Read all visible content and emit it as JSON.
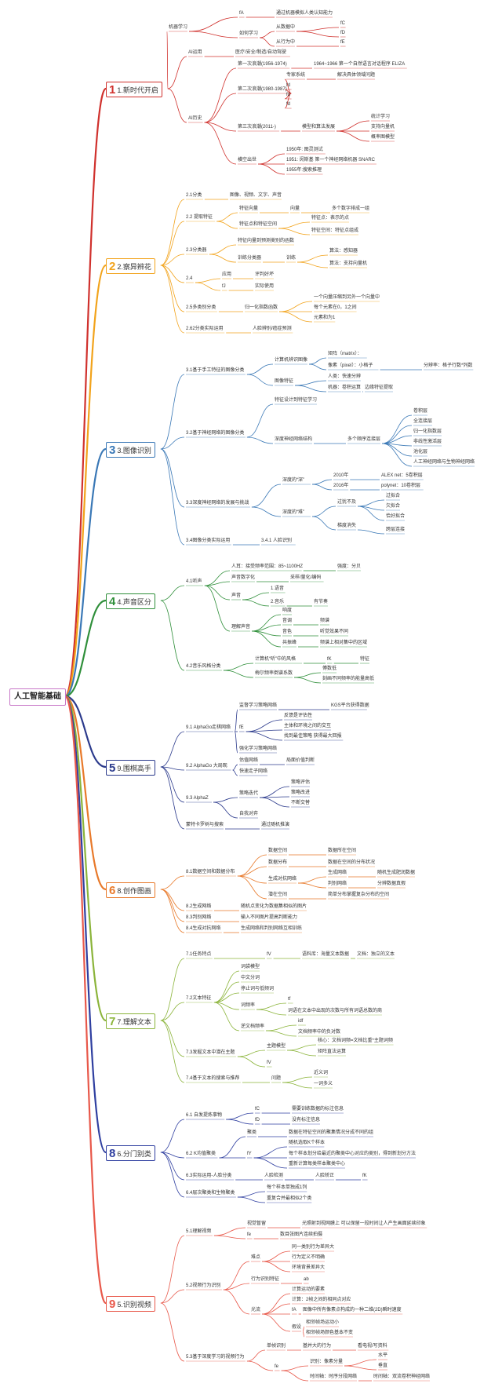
{
  "root": "人工智能基础",
  "colors": {
    "s1": "#d0312d",
    "s2": "#f2a31b",
    "s3": "#3a78b6",
    "s4": "#2f8f3a",
    "s5": "#2b3a8c",
    "s6": "#e8792a",
    "s7": "#8bb43a",
    "s8": "#2f3fa0",
    "s9": "#e8584a"
  },
  "sections": [
    {
      "id": "s1",
      "num": "1",
      "label": "1.新时代开启"
    },
    {
      "id": "s2",
      "num": "2",
      "label": "2.察异辨花"
    },
    {
      "id": "s3",
      "num": "3",
      "label": "3.图像识别"
    },
    {
      "id": "s4",
      "num": "4",
      "label": "4.声音区分"
    },
    {
      "id": "s5",
      "num": "5",
      "label": "9.围棋高手"
    },
    {
      "id": "s6",
      "num": "6",
      "label": "8.创作图画"
    },
    {
      "id": "s7",
      "num": "7",
      "label": "7.理解文本"
    },
    {
      "id": "s8",
      "num": "8",
      "label": "6.分门别类"
    },
    {
      "id": "s9",
      "num": "9",
      "label": "5.识别视频"
    }
  ],
  "nodes": [
    {
      "id": "a1",
      "parent": "s1",
      "text": "机器学习"
    },
    {
      "id": "a1a",
      "parent": "a1",
      "text": "fA"
    },
    {
      "id": "a1a1",
      "parent": "a1a",
      "text": "通过机器模拟人类认知能力"
    },
    {
      "id": "a1b",
      "parent": "a1",
      "text": "如何学习"
    },
    {
      "id": "a1b1",
      "parent": "a1b",
      "text": "从数据中"
    },
    {
      "id": "a1b1a",
      "parent": "a1b1",
      "text": "fC"
    },
    {
      "id": "a1b1b",
      "parent": "a1b1",
      "text": "fD"
    },
    {
      "id": "a1b2",
      "parent": "a1b",
      "text": "从行为中"
    },
    {
      "id": "a1b2a",
      "parent": "a1b2",
      "text": "fE"
    },
    {
      "id": "a2",
      "parent": "s1",
      "text": "AI运用"
    },
    {
      "id": "a2a",
      "parent": "a2",
      "text": "医疗/安全/制造/自动驾驶"
    },
    {
      "id": "a3",
      "parent": "s1",
      "text": "AI历史"
    },
    {
      "id": "a3a",
      "parent": "a3",
      "text": "第一次浪潮(1956-1974)"
    },
    {
      "id": "a3a1",
      "parent": "a3a",
      "text": "1964~1966 第一个自然语言对话程序 ELIZA"
    },
    {
      "id": "a3b",
      "parent": "a3",
      "text": "第二次浪潮(1980-1987)"
    },
    {
      "id": "a3b1",
      "parent": "a3b",
      "text": "专家系统"
    },
    {
      "id": "a3b1a",
      "parent": "a3b1",
      "text": "解决具体领域问题"
    },
    {
      "id": "a3b2",
      "parent": "a3b",
      "text": "fd"
    },
    {
      "id": "a3b3",
      "parent": "a3b",
      "text": "fd"
    },
    {
      "id": "a3b4",
      "parent": "a3b",
      "text": "fd"
    },
    {
      "id": "a3c",
      "parent": "a3",
      "text": "第三次浪潮(2011-)"
    },
    {
      "id": "a3c1",
      "parent": "a3c",
      "text": "模型和算法发展"
    },
    {
      "id": "a3c1a",
      "parent": "a3c1",
      "text": "统计学习"
    },
    {
      "id": "a3c1b",
      "parent": "a3c1",
      "text": "支持向量机"
    },
    {
      "id": "a3c1c",
      "parent": "a3c1",
      "text": "概率图模型"
    },
    {
      "id": "a3d",
      "parent": "a3",
      "text": "横空出世"
    },
    {
      "id": "a3d1",
      "parent": "a3d",
      "text": "1950年: 图灵测试"
    },
    {
      "id": "a3d2",
      "parent": "a3d",
      "text": "1951: 闵斯基 第一个神经网络机器 SNARC"
    },
    {
      "id": "a3d3",
      "parent": "a3d",
      "text": "1955年:搜索推理"
    },
    {
      "id": "b1",
      "parent": "s2",
      "text": "2.1分类"
    },
    {
      "id": "b1a",
      "parent": "b1",
      "text": "图像、视频、文字、声音"
    },
    {
      "id": "b2",
      "parent": "s2",
      "text": "2.2 提取特征"
    },
    {
      "id": "b2a",
      "parent": "b2",
      "text": "特征向量"
    },
    {
      "id": "b2a1",
      "parent": "b2a",
      "text": "向量"
    },
    {
      "id": "b2a1a",
      "parent": "b2a1",
      "text": "多个数字排成一组"
    },
    {
      "id": "b2b",
      "parent": "b2",
      "text": "特征点和特征空间"
    },
    {
      "id": "b2b1",
      "parent": "b2b",
      "text": "特征点：表示的点"
    },
    {
      "id": "b2b2",
      "parent": "b2b",
      "text": "特征空间：特征点组成"
    },
    {
      "id": "b3",
      "parent": "s2",
      "text": "2.3分类器"
    },
    {
      "id": "b3a",
      "parent": "b3",
      "text": "特征向量到预测类别的函数"
    },
    {
      "id": "b3b",
      "parent": "b3",
      "text": "训练分类器"
    },
    {
      "id": "b3b1",
      "parent": "b3b",
      "text": "训练"
    },
    {
      "id": "b3b1a",
      "parent": "b3b1",
      "text": "算法：感知器"
    },
    {
      "id": "b3b1b",
      "parent": "b3b1",
      "text": "算法：支持向量机"
    },
    {
      "id": "b4",
      "parent": "s2",
      "text": "2.4"
    },
    {
      "id": "b4a",
      "parent": "b4",
      "text": "应用"
    },
    {
      "id": "b4a1",
      "parent": "b4a",
      "text": "评判好坏"
    },
    {
      "id": "b4b",
      "parent": "b4",
      "text": "fJ"
    },
    {
      "id": "b4b1",
      "parent": "b4b",
      "text": "实际使用"
    },
    {
      "id": "b5",
      "parent": "s2",
      "text": "2.5多类别分类"
    },
    {
      "id": "b5a",
      "parent": "b5",
      "text": "归一化指数函数"
    },
    {
      "id": "b5a1",
      "parent": "b5a",
      "text": "一个向量压缩到另外一个向量中"
    },
    {
      "id": "b5a2",
      "parent": "b5a",
      "text": "每个元素在0，1之间"
    },
    {
      "id": "b5a3",
      "parent": "b5a",
      "text": "元素和为1"
    },
    {
      "id": "b6",
      "parent": "s2",
      "text": "2.62分类实际运用"
    },
    {
      "id": "b6a",
      "parent": "b6",
      "text": "人脸辨别/癌症预测"
    },
    {
      "id": "c1",
      "parent": "s3",
      "text": "3.1基于手工特征的图像分类"
    },
    {
      "id": "c1a",
      "parent": "c1",
      "text": "计算机辨识图像"
    },
    {
      "id": "c1a1",
      "parent": "c1a",
      "text": "矩阵（matrix）："
    },
    {
      "id": "c1a2",
      "parent": "c1a",
      "text": "像素（pixel）：小格子"
    },
    {
      "id": "c1a2a",
      "parent": "c1a2",
      "text": "分辨率：格子行数*列数"
    },
    {
      "id": "c1b",
      "parent": "c1",
      "text": "图像特征"
    },
    {
      "id": "c1b1",
      "parent": "c1b",
      "text": "人类：快速分辨"
    },
    {
      "id": "c1b2",
      "parent": "c1b",
      "text": "机器：卷积运算"
    },
    {
      "id": "c1b2a",
      "parent": "c1b2",
      "text": "边缘特征提取"
    },
    {
      "id": "c2",
      "parent": "s3",
      "text": "3.2基于神经网络的图像分类"
    },
    {
      "id": "c2a",
      "parent": "c2",
      "text": "特征设计到特征学习"
    },
    {
      "id": "c2b",
      "parent": "c2",
      "text": "深度神经网络结构"
    },
    {
      "id": "c2b1",
      "parent": "c2b",
      "text": "多个顺序连接层"
    },
    {
      "id": "c2b1a",
      "parent": "c2b1",
      "text": "卷积层"
    },
    {
      "id": "c2b1b",
      "parent": "c2b1",
      "text": "全连接层"
    },
    {
      "id": "c2b1c",
      "parent": "c2b1",
      "text": "归一化指数层"
    },
    {
      "id": "c2b1d",
      "parent": "c2b1",
      "text": "非线性激活层"
    },
    {
      "id": "c2b1e",
      "parent": "c2b1",
      "text": "池化层"
    },
    {
      "id": "c2b1f",
      "parent": "c2b1",
      "text": "人工神经网络与生物神经网络"
    },
    {
      "id": "c3",
      "parent": "s3",
      "text": "3.3深度神经网络的发展与挑战"
    },
    {
      "id": "c3a",
      "parent": "c3",
      "text": "深度的“深”"
    },
    {
      "id": "c3a1",
      "parent": "c3a",
      "text": "2010年"
    },
    {
      "id": "c3a1a",
      "parent": "c3a1",
      "text": "ALEX net：5卷积层"
    },
    {
      "id": "c3a2",
      "parent": "c3a",
      "text": "2016年"
    },
    {
      "id": "c3a2a",
      "parent": "c3a2",
      "text": "polynet：10卷积层"
    },
    {
      "id": "c3b",
      "parent": "c3",
      "text": "深度的“难”"
    },
    {
      "id": "c3b1",
      "parent": "c3b",
      "text": "过犹不及"
    },
    {
      "id": "c3b1a",
      "parent": "c3b1",
      "text": "过拟合"
    },
    {
      "id": "c3b1b",
      "parent": "c3b1",
      "text": "欠拟合"
    },
    {
      "id": "c3b1c",
      "parent": "c3b1",
      "text": "恰好拟合"
    },
    {
      "id": "c3b2",
      "parent": "c3b",
      "text": "梯度消失"
    },
    {
      "id": "c3b2a",
      "parent": "c3b2",
      "text": "跨层连接"
    },
    {
      "id": "c4",
      "parent": "s3",
      "text": "3.4图像分类实际运用"
    },
    {
      "id": "c4a",
      "parent": "c4",
      "text": "3.4.1 人脸识别"
    },
    {
      "id": "d1",
      "parent": "s4",
      "text": "4.1听声"
    },
    {
      "id": "d1a",
      "parent": "d1",
      "text": "人耳：接受频率范围：85~1100HZ"
    },
    {
      "id": "d1a1",
      "parent": "d1a",
      "text": "强度：分贝"
    },
    {
      "id": "d1b",
      "parent": "d1",
      "text": "声音数字化"
    },
    {
      "id": "d1b1",
      "parent": "d1b",
      "text": "采样/量化/编码"
    },
    {
      "id": "d1c",
      "parent": "d1",
      "text": "声音"
    },
    {
      "id": "d1c1",
      "parent": "d1c",
      "text": "1.语音"
    },
    {
      "id": "d1c2",
      "parent": "d1c",
      "text": "2.音乐"
    },
    {
      "id": "d1c2a",
      "parent": "d1c2",
      "text": "有节奏"
    },
    {
      "id": "d1d",
      "parent": "d1",
      "text": "理解声音"
    },
    {
      "id": "d1d1",
      "parent": "d1d",
      "text": "响度"
    },
    {
      "id": "d1d2",
      "parent": "d1d",
      "text": "音调"
    },
    {
      "id": "d1d2a",
      "parent": "d1d2",
      "text": "频谱"
    },
    {
      "id": "d1d3",
      "parent": "d1d",
      "text": "音色"
    },
    {
      "id": "d1d3a",
      "parent": "d1d3",
      "text": "听觉效果不同"
    },
    {
      "id": "d1d4",
      "parent": "d1d",
      "text": "共振峰"
    },
    {
      "id": "d1d4a",
      "parent": "d1d4",
      "text": "频谱上相对集中的区域"
    },
    {
      "id": "d2",
      "parent": "s4",
      "text": "4.2音乐风格分类"
    },
    {
      "id": "d2a",
      "parent": "d2",
      "text": "计算机“听”中的风格"
    },
    {
      "id": "d2a1",
      "parent": "d2a",
      "text": "fK"
    },
    {
      "id": "d2a1a",
      "parent": "d2a1",
      "text": "特征"
    },
    {
      "id": "d2b",
      "parent": "d2",
      "text": "梅尔频率倒谱系数"
    },
    {
      "id": "d2b1",
      "parent": "d2b",
      "text": "傅数低"
    },
    {
      "id": "d2b2",
      "parent": "d2b",
      "text": "刻画不同频率的能量高低"
    },
    {
      "id": "e1",
      "parent": "s5",
      "text": "9.1 AlphaGo走棋网络"
    },
    {
      "id": "e1a",
      "parent": "e1",
      "text": "监督学习策略网络"
    },
    {
      "id": "e1a1",
      "parent": "e1a",
      "text": "KGS平台获得数据"
    },
    {
      "id": "e1b",
      "parent": "e1",
      "text": "fE"
    },
    {
      "id": "e1b1",
      "parent": "e1b",
      "text": "反馈是评估性"
    },
    {
      "id": "e1b2",
      "parent": "e1b",
      "text": "主体和环境之间的交互"
    },
    {
      "id": "e1b3",
      "parent": "e1b",
      "text": "找到最佳策略 获得最大回报"
    },
    {
      "id": "e1c",
      "parent": "e1",
      "text": "强化学习策略网络"
    },
    {
      "id": "e2",
      "parent": "s5",
      "text": "9.2 AlphaGo 大局观"
    },
    {
      "id": "e2a",
      "parent": "e2",
      "text": "估值网络"
    },
    {
      "id": "e2a1",
      "parent": "e2a",
      "text": "局面价值判断"
    },
    {
      "id": "e2b",
      "parent": "e2",
      "text": "快速走子网络"
    },
    {
      "id": "e3",
      "parent": "s5",
      "text": "9.3 AlphaZ"
    },
    {
      "id": "e3a",
      "parent": "e3",
      "text": "策略迭代"
    },
    {
      "id": "e3a1",
      "parent": "e3a",
      "text": "策略评估"
    },
    {
      "id": "e3a2",
      "parent": "e3a",
      "text": "策略改进"
    },
    {
      "id": "e3a3",
      "parent": "e3a",
      "text": "不断交替"
    },
    {
      "id": "e3b",
      "parent": "e3",
      "text": "自我对弈"
    },
    {
      "id": "e4",
      "parent": "s5",
      "text": "蒙特卡罗树与搜索"
    },
    {
      "id": "e4a",
      "parent": "e4",
      "text": "通过随机推演"
    },
    {
      "id": "f1",
      "parent": "s6",
      "text": "8.1数据空间和数据分布"
    },
    {
      "id": "f1a",
      "parent": "f1",
      "text": "数据空间"
    },
    {
      "id": "f1a1",
      "parent": "f1a",
      "text": "数据所在空间"
    },
    {
      "id": "f1b",
      "parent": "f1",
      "text": "数据分布"
    },
    {
      "id": "f1b1",
      "parent": "f1b",
      "text": "数据在空间的分布状况"
    },
    {
      "id": "f1c",
      "parent": "f1",
      "text": "生成对抗网络"
    },
    {
      "id": "f1c1",
      "parent": "f1c",
      "text": "生成网络"
    },
    {
      "id": "f1c1a",
      "parent": "f1c1",
      "text": "随机生成肥润数据"
    },
    {
      "id": "f1c2",
      "parent": "f1c",
      "text": "判别网络"
    },
    {
      "id": "f1c2a",
      "parent": "f1c2",
      "text": "分辨数据真假"
    },
    {
      "id": "f1d",
      "parent": "f1",
      "text": "潜在空间"
    },
    {
      "id": "f1d1",
      "parent": "f1d",
      "text": "简单分布掌握复杂分布的空间"
    },
    {
      "id": "f2",
      "parent": "s6",
      "text": "8.2生成网络"
    },
    {
      "id": "f2a",
      "parent": "f2",
      "text": "随机点变化为数据集相似的图片"
    },
    {
      "id": "f3",
      "parent": "s6",
      "text": "8.3判别网络"
    },
    {
      "id": "f3a",
      "parent": "f3",
      "text": "输入不同图片提高判断能力"
    },
    {
      "id": "f4",
      "parent": "s6",
      "text": "8.4生成对抗网络"
    },
    {
      "id": "f4a",
      "parent": "f4",
      "text": "生成网络和判别网络互相训练"
    },
    {
      "id": "g1",
      "parent": "s7",
      "text": "7.1任务特点"
    },
    {
      "id": "g1a",
      "parent": "g1",
      "text": "fV"
    },
    {
      "id": "g1a1",
      "parent": "g1a",
      "text": "语料库：海量文本数据"
    },
    {
      "id": "g1a1a",
      "parent": "g1a1",
      "text": "文档：独立的文本"
    },
    {
      "id": "g2",
      "parent": "s7",
      "text": "7.2文本特征"
    },
    {
      "id": "g2a",
      "parent": "g2",
      "text": "词袋模型"
    },
    {
      "id": "g2b",
      "parent": "g2",
      "text": "中文分词"
    },
    {
      "id": "g2c",
      "parent": "g2",
      "text": "停止词与低频词"
    },
    {
      "id": "g2d",
      "parent": "g2",
      "text": "词频率"
    },
    {
      "id": "g2d1",
      "parent": "g2d",
      "text": "tf"
    },
    {
      "id": "g2d2",
      "parent": "g2d",
      "text": "词语在文本中出现的次数与所有词语总数的商"
    },
    {
      "id": "g2e",
      "parent": "g2",
      "text": "逆文档频率"
    },
    {
      "id": "g2e1",
      "parent": "g2e",
      "text": "idf"
    },
    {
      "id": "g2e2",
      "parent": "g2e",
      "text": "文档频率中的负对数"
    },
    {
      "id": "g3",
      "parent": "s7",
      "text": "7.3发掘文本中潜在主题"
    },
    {
      "id": "g3a",
      "parent": "g3",
      "text": "主题模型"
    },
    {
      "id": "g3a1",
      "parent": "g3a",
      "text": "核心：文档词频=文档比重*主题词频"
    },
    {
      "id": "g3a2",
      "parent": "g3a",
      "text": "矩阵直法运算"
    },
    {
      "id": "g3b",
      "parent": "g3",
      "text": "fV"
    },
    {
      "id": "g4",
      "parent": "s7",
      "text": "7.4基于文本的搜索与推荐"
    },
    {
      "id": "g4a",
      "parent": "g4",
      "text": "问题"
    },
    {
      "id": "g4a1",
      "parent": "g4a",
      "text": "近义词"
    },
    {
      "id": "g4a2",
      "parent": "g4a",
      "text": "一词多义"
    },
    {
      "id": "h1",
      "parent": "s8",
      "text": "6.1 自发提炼事物"
    },
    {
      "id": "h1a",
      "parent": "h1",
      "text": "fC"
    },
    {
      "id": "h1a1",
      "parent": "h1a",
      "text": "需要训练数据的标注信息"
    },
    {
      "id": "h1b",
      "parent": "h1",
      "text": "fD"
    },
    {
      "id": "h1b1",
      "parent": "h1b",
      "text": "没有标注信息"
    },
    {
      "id": "h2",
      "parent": "s8",
      "text": "6.2 K均值聚类"
    },
    {
      "id": "h2a",
      "parent": "h2",
      "text": "聚类"
    },
    {
      "id": "h2a1",
      "parent": "h2a",
      "text": "数据在特征空间的聚集情况分成不同的组"
    },
    {
      "id": "h2b",
      "parent": "h2",
      "text": "fY"
    },
    {
      "id": "h2b1",
      "parent": "h2b",
      "text": "随机选取K个样本"
    },
    {
      "id": "h2b2",
      "parent": "h2b",
      "text": "每个样本划分给最近的聚类中心对应的类别，得到新划分方法"
    },
    {
      "id": "h2b3",
      "parent": "h2b",
      "text": "重新计算每类样本聚类中心"
    },
    {
      "id": "h3",
      "parent": "s8",
      "text": "6.3实际运用-人脸分类"
    },
    {
      "id": "h3a",
      "parent": "h3",
      "text": "人脸检测"
    },
    {
      "id": "h3a1",
      "parent": "h3a",
      "text": "人脸矫正"
    },
    {
      "id": "h3a1a",
      "parent": "h3a1",
      "text": "fK"
    },
    {
      "id": "h4",
      "parent": "s8",
      "text": "6.4层次聚类和生物聚类"
    },
    {
      "id": "h4a",
      "parent": "h4",
      "text": "每个样本单独成1列"
    },
    {
      "id": "h4b",
      "parent": "h4",
      "text": "重复合并最相似2个类"
    },
    {
      "id": "i1",
      "parent": "s9",
      "text": "5.1理解视频"
    },
    {
      "id": "i1a",
      "parent": "i1",
      "text": "视觉暂留"
    },
    {
      "id": "i1a1",
      "parent": "i1a",
      "text": "光照射到视网膜上 可以保留一段时间让人产生画面延续印象"
    },
    {
      "id": "i1b",
      "parent": "i1",
      "text": "fe"
    },
    {
      "id": "i1b1",
      "parent": "i1b",
      "text": "数目张图片连续拍摄"
    },
    {
      "id": "i2",
      "parent": "s9",
      "text": "5.2视频行为识别"
    },
    {
      "id": "i2a",
      "parent": "i2",
      "text": "难点"
    },
    {
      "id": "i2a1",
      "parent": "i2a",
      "text": "同一类别行为差异大"
    },
    {
      "id": "i2a2",
      "parent": "i2a",
      "text": "行为定义不明确"
    },
    {
      "id": "i2a3",
      "parent": "i2a",
      "text": "环境背景差异大"
    },
    {
      "id": "i2b",
      "parent": "i2",
      "text": "行为识别特征"
    },
    {
      "id": "i2b1",
      "parent": "i2b",
      "text": "ab"
    },
    {
      "id": "i2c",
      "parent": "i2",
      "text": "光流"
    },
    {
      "id": "i2c1",
      "parent": "i2c",
      "text": "计算运动的要素"
    },
    {
      "id": "i2c2",
      "parent": "i2c",
      "text": "计算：2帧之间的相同点对应"
    },
    {
      "id": "i2c3",
      "parent": "i2c",
      "text": "fA"
    },
    {
      "id": "i2c3a",
      "parent": "i2c3",
      "text": "图像中所有像素点构成的一种二维(2D)瞬时速度"
    },
    {
      "id": "i2c4",
      "parent": "i2c",
      "text": "假设"
    },
    {
      "id": "i2c4a",
      "parent": "i2c4",
      "text": "相邻帧场运动小"
    },
    {
      "id": "i2c4b",
      "parent": "i2c4",
      "text": "相邻帧场颜色基本不变"
    },
    {
      "id": "i3",
      "parent": "s9",
      "text": "5.3基于深度学习的视频行为"
    },
    {
      "id": "i3a",
      "parent": "i3",
      "text": "单帧识别"
    },
    {
      "id": "i3a1",
      "parent": "i3a",
      "text": "基并大的行为"
    },
    {
      "id": "i3a1a",
      "parent": "i3a1",
      "text": "看电视/写资料"
    },
    {
      "id": "i3b",
      "parent": "i3",
      "text": "fe"
    },
    {
      "id": "i3b1",
      "parent": "i3b",
      "text": "识别：像素分量"
    },
    {
      "id": "i3b1a",
      "parent": "i3b1",
      "text": "水平"
    },
    {
      "id": "i3b1b",
      "parent": "i3b1",
      "text": "垂直"
    },
    {
      "id": "i3b2",
      "parent": "i3b",
      "text": "时间轴：时序分段网络"
    },
    {
      "id": "i3b2a",
      "parent": "i3b2",
      "text": "时间轴：双流卷积神经网络"
    }
  ]
}
